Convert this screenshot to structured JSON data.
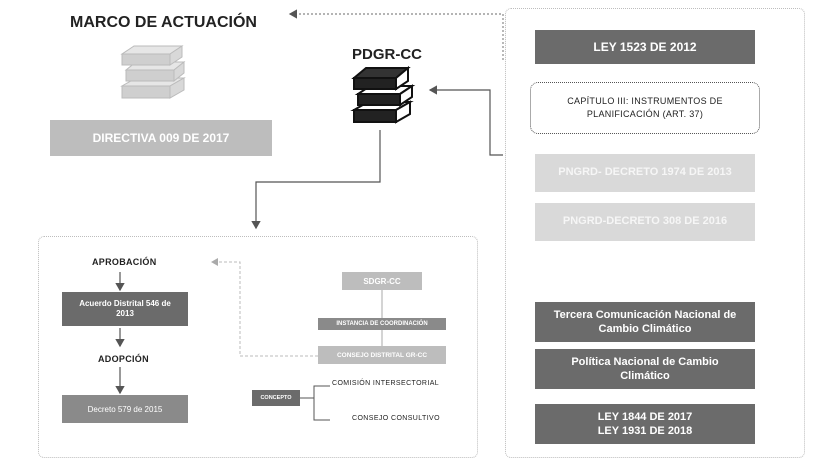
{
  "header": {
    "marco_title": "MARCO DE ACTUACIÓN",
    "pdgr_title": "PDGR-CC"
  },
  "left": {
    "directiva": "DIRECTIVA 009 DE 2017"
  },
  "right": {
    "ley_1523": "LEY 1523 DE 2012",
    "capitulo": "CAPÍTULO III: INSTRUMENTOS DE PLANIFICACIÓN (ART. 37)",
    "pngrd_1974": "PNGRD- DECRETO 1974 DE 2013",
    "pngrd_308": "PNGRD-DECRETO 308 DE 2016",
    "tercera_comunicacion": "Tercera Comunicación Nacional de Cambio Climático",
    "politica_nacional": "Política Nacional de Cambio Climático",
    "ley_1844": "LEY 1844 DE 2017",
    "ley_1931": "LEY 1931 DE 2018"
  },
  "bottom": {
    "aprobacion": "APROBACIÓN",
    "acuerdo": "Acuerdo Distrital 546 de 2013",
    "adopcion": "ADOPCIÓN",
    "decreto": "Decreto 579 de 2015",
    "sdgr": "SDGR-CC",
    "instancia": "INSTANCIA DE COORDINACIÓN",
    "consejo_distrital": "CONSEJO DISTRITAL GR-CC",
    "concepto": "CONCEPTO",
    "comision": "COMISIÓN INTERSECTORIAL",
    "consejo_consultivo": "CONSEJO CONSULTIVO"
  }
}
